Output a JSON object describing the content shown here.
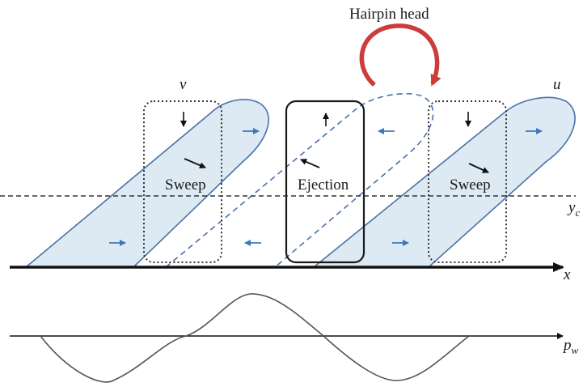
{
  "title": "Hairpin head",
  "labels": {
    "v": "v",
    "u": "u",
    "sweep_left": "Sweep",
    "ejection": "Ejection",
    "sweep_right": "Sweep",
    "y_threshold": "y",
    "y_threshold_sub": "c",
    "x_axis": "x",
    "pw_axis": "p",
    "pw_sub": "w"
  },
  "colors": {
    "structure_fill": "#dde9f3",
    "structure_stroke": "#4a72a8",
    "flow_arrow": "#3b78c2",
    "hairpin_arrow": "#cc3c3c",
    "box_dotted": "#333333",
    "box_solid": "#1a1a1a",
    "axis": "#111111",
    "wave": "#555555"
  },
  "icons": {
    "hairpin": "curved-arrow-icon",
    "flow": "arrow-icon"
  }
}
